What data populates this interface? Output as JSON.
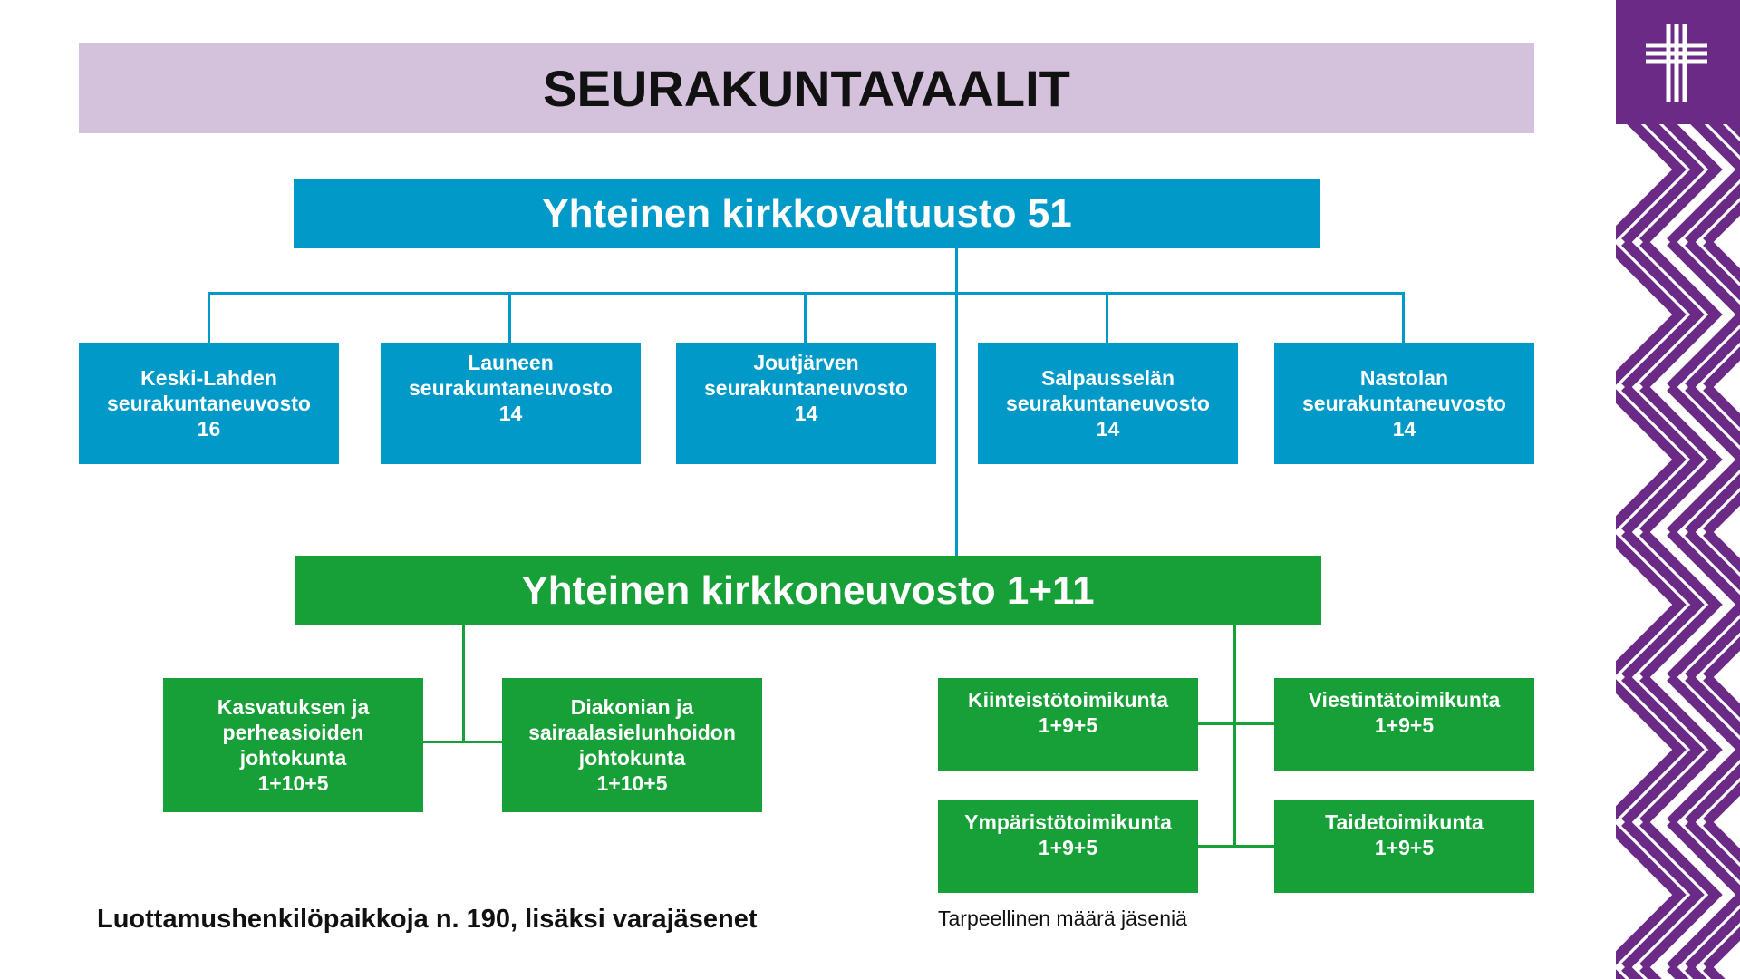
{
  "title": "SEURAKUNTAVAALIT",
  "council": {
    "label": "Yhteinen kirkkovaltuusto 51"
  },
  "parishes": [
    {
      "name": "Keski-Lahden",
      "body": "seurakuntaneuvosto",
      "count": "16"
    },
    {
      "name": "Launeen",
      "body": "seurakuntaneuvosto",
      "count": "14"
    },
    {
      "name": "Joutjärven",
      "body": "seurakuntaneuvosto",
      "count": "14"
    },
    {
      "name": "Salpausselän",
      "body": "seurakuntaneuvosto",
      "count": "14"
    },
    {
      "name": "Nastolan",
      "body": "seurakuntaneuvosto",
      "count": "14"
    }
  ],
  "board": {
    "label": "Yhteinen kirkkoneuvosto 1+11"
  },
  "boards_left": [
    {
      "lines": [
        "Kasvatuksen ja",
        "perheasioiden",
        "johtokunta",
        "1+10+5"
      ]
    },
    {
      "lines": [
        "Diakonian ja",
        "sairaalasielunhoidon",
        "johtokunta",
        "1+10+5"
      ]
    }
  ],
  "committees": [
    {
      "name": "Kiinteistötoimikunta",
      "count": "1+9+5"
    },
    {
      "name": "Viestintätoimikunta",
      "count": "1+9+5"
    },
    {
      "name": "Ympäristötoimikunta",
      "count": "1+9+5"
    },
    {
      "name": "Taidetoimikunta",
      "count": "1+9+5"
    }
  ],
  "footnote_left": "Luottamushenkilöpaikkoja n. 190, lisäksi varajäsenet",
  "footnote_right": "Tarpeellinen määrä jäseniä",
  "colors": {
    "banner": "#d4c2dd",
    "blue": "#0099c8",
    "green": "#18a038",
    "purple": "#6a2a86"
  },
  "icons": {
    "logo": "cross-logo-icon",
    "pattern": "chevron-pattern"
  }
}
